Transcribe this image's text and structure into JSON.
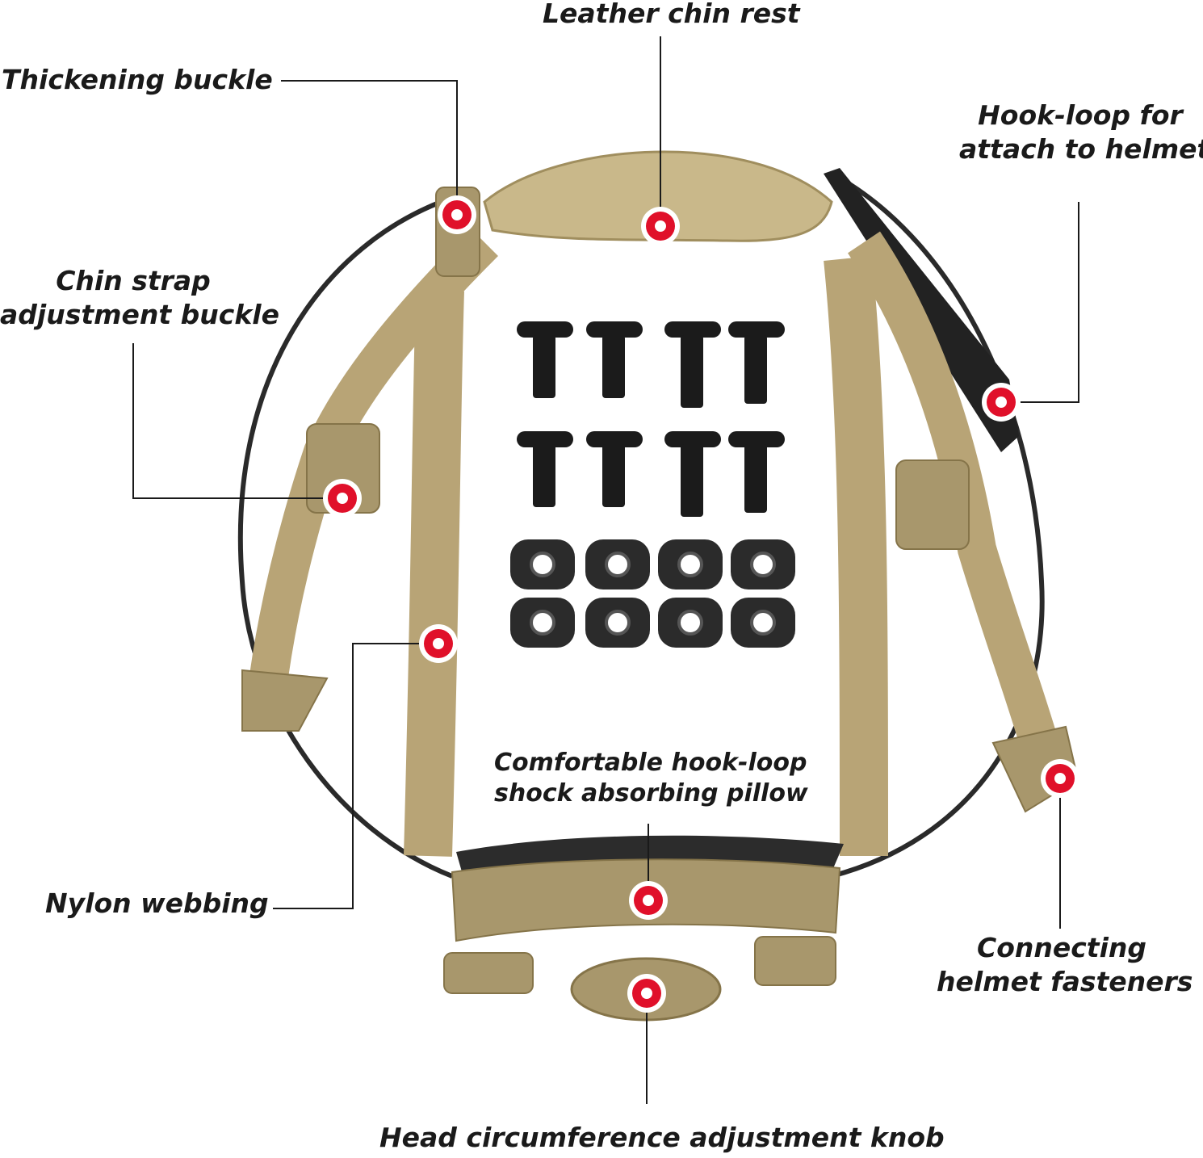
{
  "labels": {
    "leather_chin_rest": "Leather chin rest",
    "thickening_buckle": "Thickening buckle",
    "hook_loop_attach": [
      "Hook-loop for",
      "attach to helmet"
    ],
    "chin_strap_buckle": [
      "Chin strap",
      "adjustment buckle"
    ],
    "comfortable_pillow": [
      "Comfortable hook-loop",
      "shock absorbing pillow"
    ],
    "nylon_webbing": "Nylon webbing",
    "connecting_fasteners": [
      "Connecting",
      "helmet fasteners"
    ],
    "head_knob": "Head circumference adjustment knob"
  },
  "hardware": {
    "screws": 8,
    "washers": 8
  },
  "colors": {
    "marker": "#e0102a",
    "webbing": "#b8a476",
    "plastic": "#a8976c",
    "band": "#2a2a2a",
    "text": "#1a1a1a"
  }
}
